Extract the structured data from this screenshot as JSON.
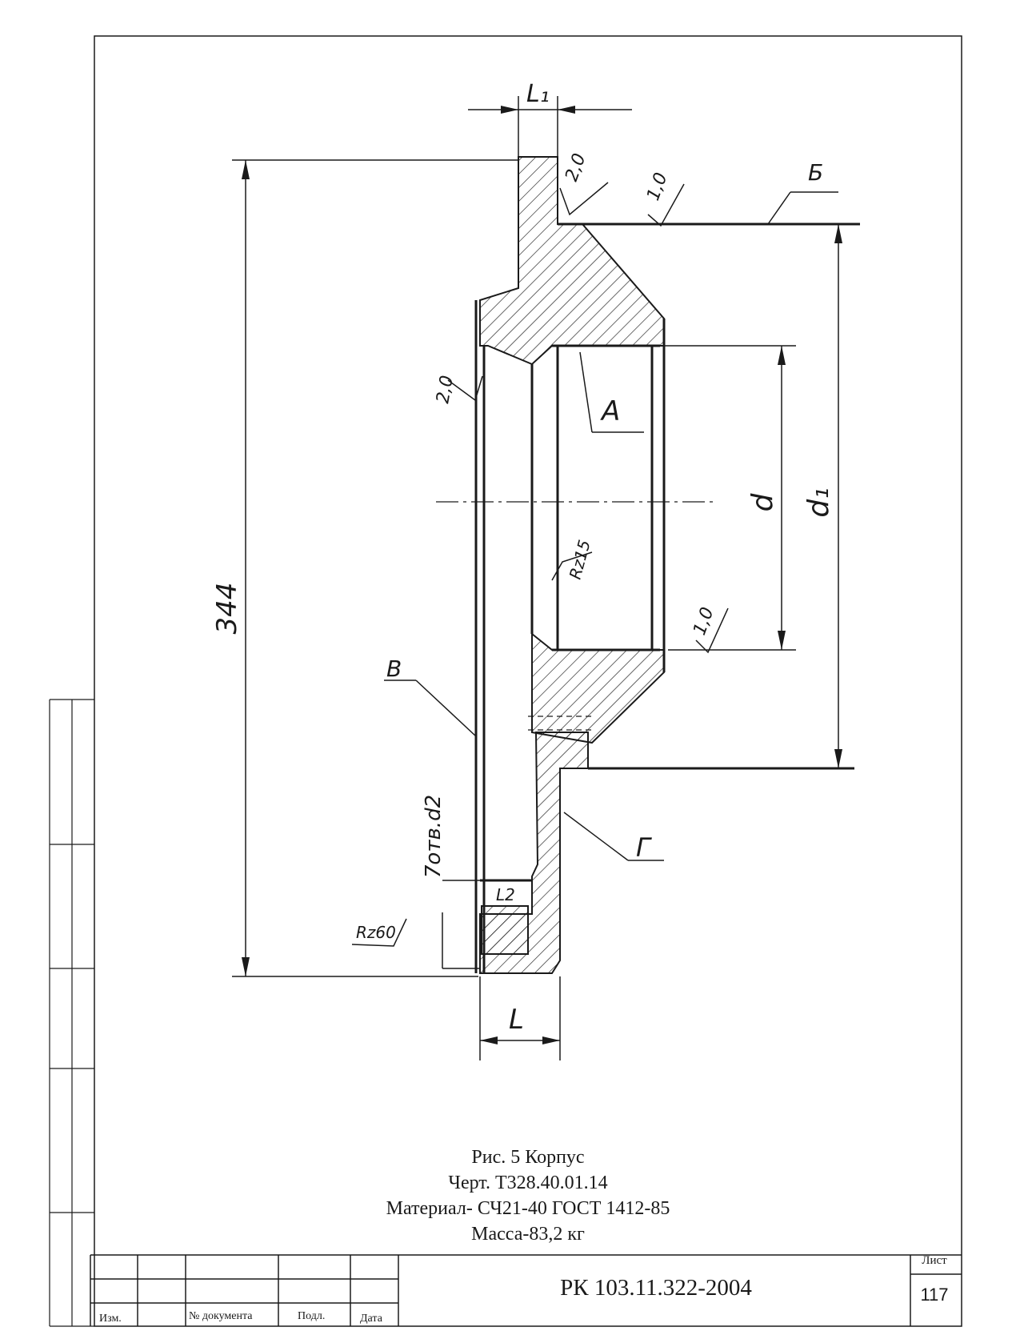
{
  "drawing": {
    "dims": {
      "overall_height": "344",
      "flange_width": "L₁",
      "body_width": "L",
      "bore_diameter": "d",
      "spigot_diameter": "d₁",
      "hole_depth": "L2",
      "holes_note": "7отв.d2"
    },
    "roughness": {
      "top_face": "2,0",
      "spigot_face": "1,0",
      "left_face": "2,0",
      "bore": "Rz15",
      "bore_chamfer": "1,0",
      "hole": "Rz60"
    },
    "surfaces": {
      "a": "А",
      "b": "Б",
      "v": "В",
      "g": "Г"
    }
  },
  "caption": {
    "line1": "Рис. 5  Корпус",
    "line2": "Черт. Т328.40.01.14",
    "line3": "Материал- СЧ21-40 ГОСТ 1412-85",
    "line4": "Масса-83,2 кг"
  },
  "title_block": {
    "col_izm": "Изм.",
    "col_doc": "№ документа",
    "col_sign": "Подл.",
    "col_date": "Дата",
    "doc_code": "РК 103.11.322-2004",
    "sheet_label": "Лист",
    "sheet_number": "117"
  },
  "colors": {
    "ink": "#1a1a1a",
    "paper": "#ffffff"
  }
}
